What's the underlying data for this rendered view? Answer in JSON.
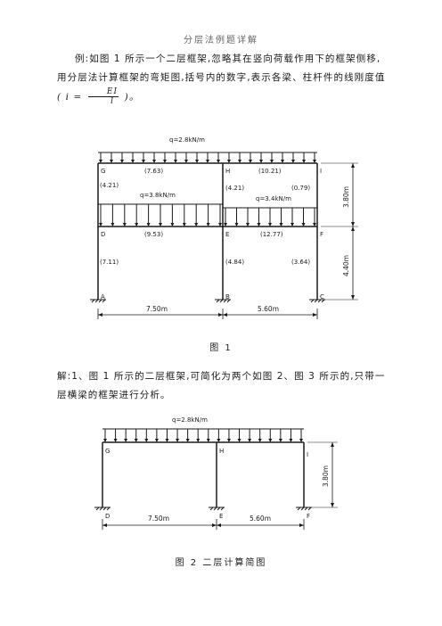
{
  "header": "分层法例题详解",
  "para1": {
    "text": "例:如图 1 所示一个二层框架,忽略其在竖向荷载作用下的框架侧移,用分层法计算框架的弯矩图,括号内的数字,表示各梁、柱杆件的线刚度值",
    "formula_open": "( ",
    "formula_i": "i",
    "formula_eq": " = ",
    "formula_num": "EI",
    "formula_den": "l",
    "formula_close": " )。"
  },
  "figure1": {
    "caption": "图 1",
    "top_load": "q=2.8kN/m",
    "mid_load_left": "q=3.8kN/m",
    "mid_load_right": "q=3.4kN/m",
    "nodes": {
      "G": "G",
      "H": "H",
      "I": "I",
      "D": "D",
      "E": "E",
      "F": "F",
      "A": "A",
      "B": "B",
      "C": "C"
    },
    "stiffness": {
      "GH": "(7.63)",
      "HI": "(10.21)",
      "GD": "(4.21)",
      "HE": "(4.21)",
      "IF": "(0.79)",
      "DE": "(9.53)",
      "EF": "(12.77)",
      "DA": "(7.11)",
      "EB": "(4.84)",
      "FC": "(3.64)"
    },
    "span_left": "7.50m",
    "span_right": "5.60m",
    "height_top": "3.80m",
    "height_bottom": "4.40m"
  },
  "para2": {
    "text": "解:1、图 1 所示的二层框架,可简化为两个如图 2、图 3 所示的,只带一层横梁的框架进行分析。"
  },
  "figure2": {
    "caption": "图 2 二层计算简图",
    "load": "q=2.8kN/m",
    "nodes": {
      "G": "G",
      "H": "H",
      "I": "I",
      "D": "D",
      "E": "E",
      "F": "F"
    },
    "span_left": "7.50m",
    "span_right": "5.60m",
    "height": "3.80m"
  }
}
